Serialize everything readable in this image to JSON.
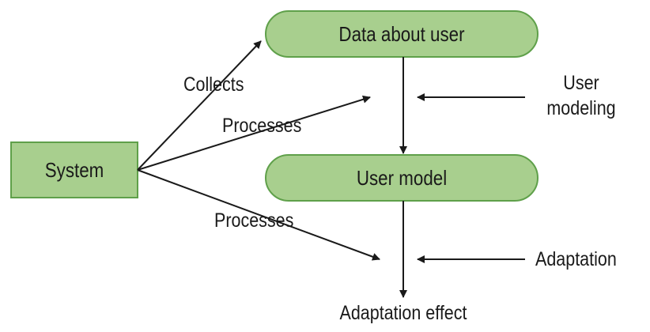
{
  "nodes": {
    "data_about_user": "Data about user",
    "system": "System",
    "user_model": "User model"
  },
  "labels": {
    "collects": "Collects",
    "processes_top": "Processes",
    "processes_bottom": "Processes",
    "user_modeling_line1": "User",
    "user_modeling_line2": "modeling",
    "adaptation": "Adaptation",
    "adaptation_effect": "Adaptation effect"
  },
  "colors": {
    "node_fill": "#a8cf8e",
    "node_stroke": "#5fa04a",
    "line": "#1a1a1a"
  }
}
